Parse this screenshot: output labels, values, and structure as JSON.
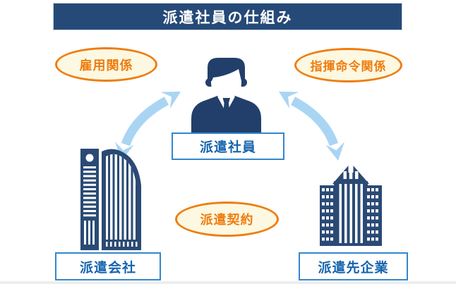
{
  "title": "派遣社員の仕組み",
  "relations": {
    "employment": "雇用関係",
    "command": "指揮命令関係",
    "contract": "派遣契約"
  },
  "entities": {
    "worker": "派遣社員",
    "agency": "派遣会社",
    "client": "派遣先企業"
  },
  "icons": {
    "worker": "businessman-icon",
    "agency": "curved-office-building-icon",
    "client": "skyscraper-building-icon",
    "left_arrow": "double-headed-curved-arrow",
    "right_arrow": "double-headed-curved-arrow"
  },
  "colors": {
    "banner_navy": "#264a78",
    "icon_navy": "#223f6b",
    "building_navy": "#2a4a75",
    "box_border_blue": "#3287ce",
    "box_text_blue": "#1565ae",
    "accent_orange": "#ee7d10",
    "oval_fill_cream": "#fdf8e1",
    "arrow_light_blue": "#a9d5f3",
    "background": "#ffffff"
  }
}
